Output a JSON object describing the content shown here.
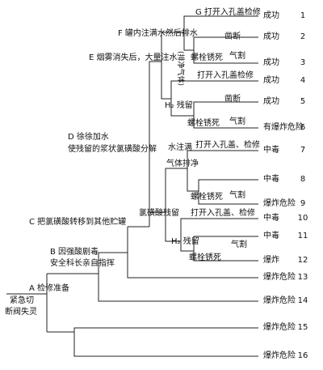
{
  "nodes": {
    "a": "A 检修准备",
    "a_sub1": "紧急切",
    "a_sub2": "断阀失灵",
    "b1": "B 因强酸剧毒",
    "b2": "安全科长亲自指挥",
    "c": "C 把氯磺酸转移到其他贮罐",
    "d1": "D 徐徐加水",
    "d2": "使残留的浆状氯磺酸分解",
    "e": "E 烟雾消失后，大量注水",
    "f": "F 罐内注满水然后排水",
    "h2_top": "H₂ 残留",
    "h2_bottom": "H₂ 残留",
    "paren": "(排净气体)",
    "g": "G 打开入孔盖检修",
    "bolt": "螺栓锈死",
    "cut": "凿断",
    "gas_cut": "气割",
    "open_manhole": "打开入孔盖检修",
    "chlorosulfonic_residue": "氯磺酸残留",
    "water_full": "水注满",
    "gas_exhaust": "气体排净",
    "open_check": "打开入孔盖、检修",
    "open_check2": "打开入孔盖、检修"
  },
  "outcomes": [
    {
      "num": "1",
      "text": "成功"
    },
    {
      "num": "2",
      "text": "成功"
    },
    {
      "num": "3",
      "text": "成功"
    },
    {
      "num": "4",
      "text": "成功"
    },
    {
      "num": "5",
      "text": "成功"
    },
    {
      "num": "6",
      "text": "有爆炸危险"
    },
    {
      "num": "7",
      "text": "中毒"
    },
    {
      "num": "8",
      "text": "中毒"
    },
    {
      "num": "9",
      "text": "爆炸危险"
    },
    {
      "num": "10",
      "text": "中毒"
    },
    {
      "num": "11",
      "text": "中毒"
    },
    {
      "num": "12",
      "text": "爆炸"
    },
    {
      "num": "13",
      "text": "爆炸危险"
    },
    {
      "num": "14",
      "text": "爆炸危险"
    },
    {
      "num": "15",
      "text": "爆炸危险"
    },
    {
      "num": "16",
      "text": "爆炸危险"
    }
  ]
}
